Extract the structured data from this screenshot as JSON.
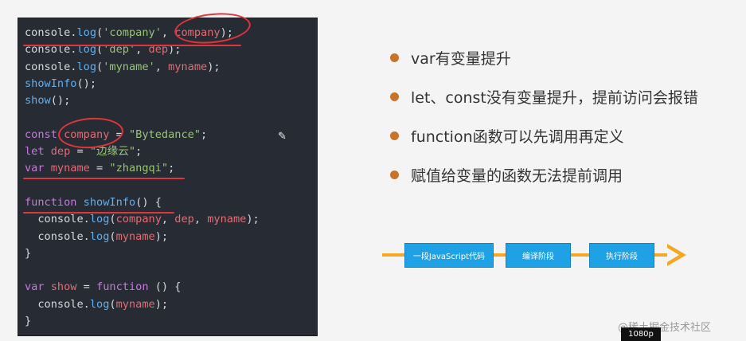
{
  "code_lines": [
    [
      {
        "t": "console.",
        "c": "punc"
      },
      {
        "t": "log",
        "c": "fn"
      },
      {
        "t": "(",
        "c": "punc"
      },
      {
        "t": "'company'",
        "c": "str"
      },
      {
        "t": ", ",
        "c": "punc"
      },
      {
        "t": "company",
        "c": "var"
      },
      {
        "t": ");",
        "c": "punc"
      }
    ],
    [
      {
        "t": "console.",
        "c": "punc"
      },
      {
        "t": "log",
        "c": "fn"
      },
      {
        "t": "(",
        "c": "punc"
      },
      {
        "t": "'dep'",
        "c": "str"
      },
      {
        "t": ", ",
        "c": "punc"
      },
      {
        "t": "dep",
        "c": "var"
      },
      {
        "t": ");",
        "c": "punc"
      }
    ],
    [
      {
        "t": "console.",
        "c": "punc"
      },
      {
        "t": "log",
        "c": "fn"
      },
      {
        "t": "(",
        "c": "punc"
      },
      {
        "t": "'myname'",
        "c": "str"
      },
      {
        "t": ", ",
        "c": "punc"
      },
      {
        "t": "myname",
        "c": "var"
      },
      {
        "t": ");",
        "c": "punc"
      }
    ],
    [
      {
        "t": "showInfo",
        "c": "fn"
      },
      {
        "t": "();",
        "c": "punc"
      }
    ],
    [
      {
        "t": "show",
        "c": "fn"
      },
      {
        "t": "();",
        "c": "punc"
      }
    ],
    [],
    [
      {
        "t": "const ",
        "c": "kw"
      },
      {
        "t": "company",
        "c": "var"
      },
      {
        "t": " = ",
        "c": "punc"
      },
      {
        "t": "\"Bytedance\"",
        "c": "str"
      },
      {
        "t": ";",
        "c": "punc"
      }
    ],
    [
      {
        "t": "let ",
        "c": "kw"
      },
      {
        "t": "dep",
        "c": "var"
      },
      {
        "t": " = ",
        "c": "punc"
      },
      {
        "t": "\"边缘云\"",
        "c": "str"
      },
      {
        "t": ";",
        "c": "punc"
      }
    ],
    [
      {
        "t": "var ",
        "c": "kw"
      },
      {
        "t": "myname",
        "c": "var"
      },
      {
        "t": " = ",
        "c": "punc"
      },
      {
        "t": "\"zhangqi\"",
        "c": "str"
      },
      {
        "t": ";",
        "c": "punc"
      }
    ],
    [],
    [
      {
        "t": "function ",
        "c": "kw"
      },
      {
        "t": "showInfo",
        "c": "fn"
      },
      {
        "t": "() {",
        "c": "punc"
      }
    ],
    [
      {
        "t": "  console.",
        "c": "punc"
      },
      {
        "t": "log",
        "c": "fn"
      },
      {
        "t": "(",
        "c": "punc"
      },
      {
        "t": "company",
        "c": "var"
      },
      {
        "t": ", ",
        "c": "punc"
      },
      {
        "t": "dep",
        "c": "var"
      },
      {
        "t": ", ",
        "c": "punc"
      },
      {
        "t": "myname",
        "c": "var"
      },
      {
        "t": ");",
        "c": "punc"
      }
    ],
    [
      {
        "t": "  console.",
        "c": "punc"
      },
      {
        "t": "log",
        "c": "fn"
      },
      {
        "t": "(",
        "c": "punc"
      },
      {
        "t": "myname",
        "c": "var"
      },
      {
        "t": ");",
        "c": "punc"
      }
    ],
    [
      {
        "t": "}",
        "c": "punc"
      }
    ],
    [],
    [
      {
        "t": "var ",
        "c": "kw"
      },
      {
        "t": "show",
        "c": "var"
      },
      {
        "t": " = ",
        "c": "punc"
      },
      {
        "t": "function ",
        "c": "kw"
      },
      {
        "t": "() {",
        "c": "punc"
      }
    ],
    [
      {
        "t": "  console.",
        "c": "punc"
      },
      {
        "t": "log",
        "c": "fn"
      },
      {
        "t": "(",
        "c": "punc"
      },
      {
        "t": "myname",
        "c": "var"
      },
      {
        "t": ");",
        "c": "punc"
      }
    ],
    [
      {
        "t": "}",
        "c": "punc"
      }
    ]
  ],
  "bullets": [
    "var有变量提升",
    "let、const没有变量提升，提前访问会报错",
    "function函数可以先调用再定义",
    "赋值给变量的函数无法提前调用"
  ],
  "stages": [
    "一段JavaScript代码",
    "编译阶段",
    "执行阶段"
  ],
  "watermark": "@稀土掘金技术社区",
  "resolution": "1080p",
  "colors": {
    "accent": "#c9732a",
    "annotation": "#e0353b",
    "arrow": "#f5a623",
    "stage": "#1fa1e6"
  }
}
